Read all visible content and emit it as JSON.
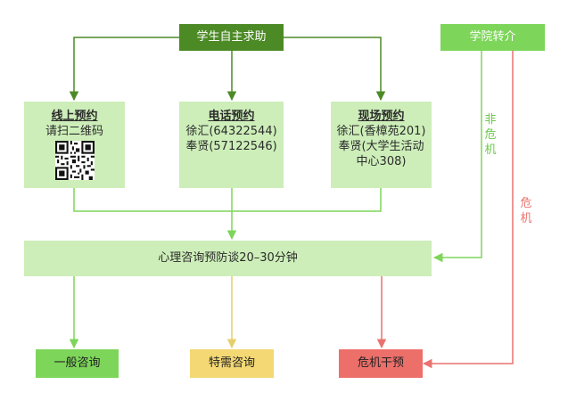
{
  "nodes": {
    "self_help": "学生自主求助",
    "college_referral": "学院转介",
    "online": {
      "title": "线上预约",
      "lines": [
        "请扫二维码"
      ]
    },
    "phone": {
      "title": "电话预约",
      "lines": [
        "徐汇(64322544)",
        "奉贤(57122546)"
      ]
    },
    "onsite": {
      "title": "现场预约",
      "lines": [
        "徐汇(香樟苑201)",
        "奉贤(大学生活动",
        "中心308)"
      ]
    },
    "consult": "心理咨询预防谈20–30分钟",
    "general": "一般咨询",
    "special": "特需咨询",
    "crisis": "危机干预"
  },
  "labels": {
    "non_crisis": [
      "非",
      "危",
      "机"
    ],
    "crisis": [
      "危",
      "机"
    ]
  },
  "colors": {
    "dark_green": "#4c8a26",
    "green": "#7dd55a",
    "pale_green": "#cdeeb9",
    "yellow": "#f3d874",
    "red": "#ed6f6a"
  },
  "icons": {
    "qr": "qr-code-icon"
  }
}
